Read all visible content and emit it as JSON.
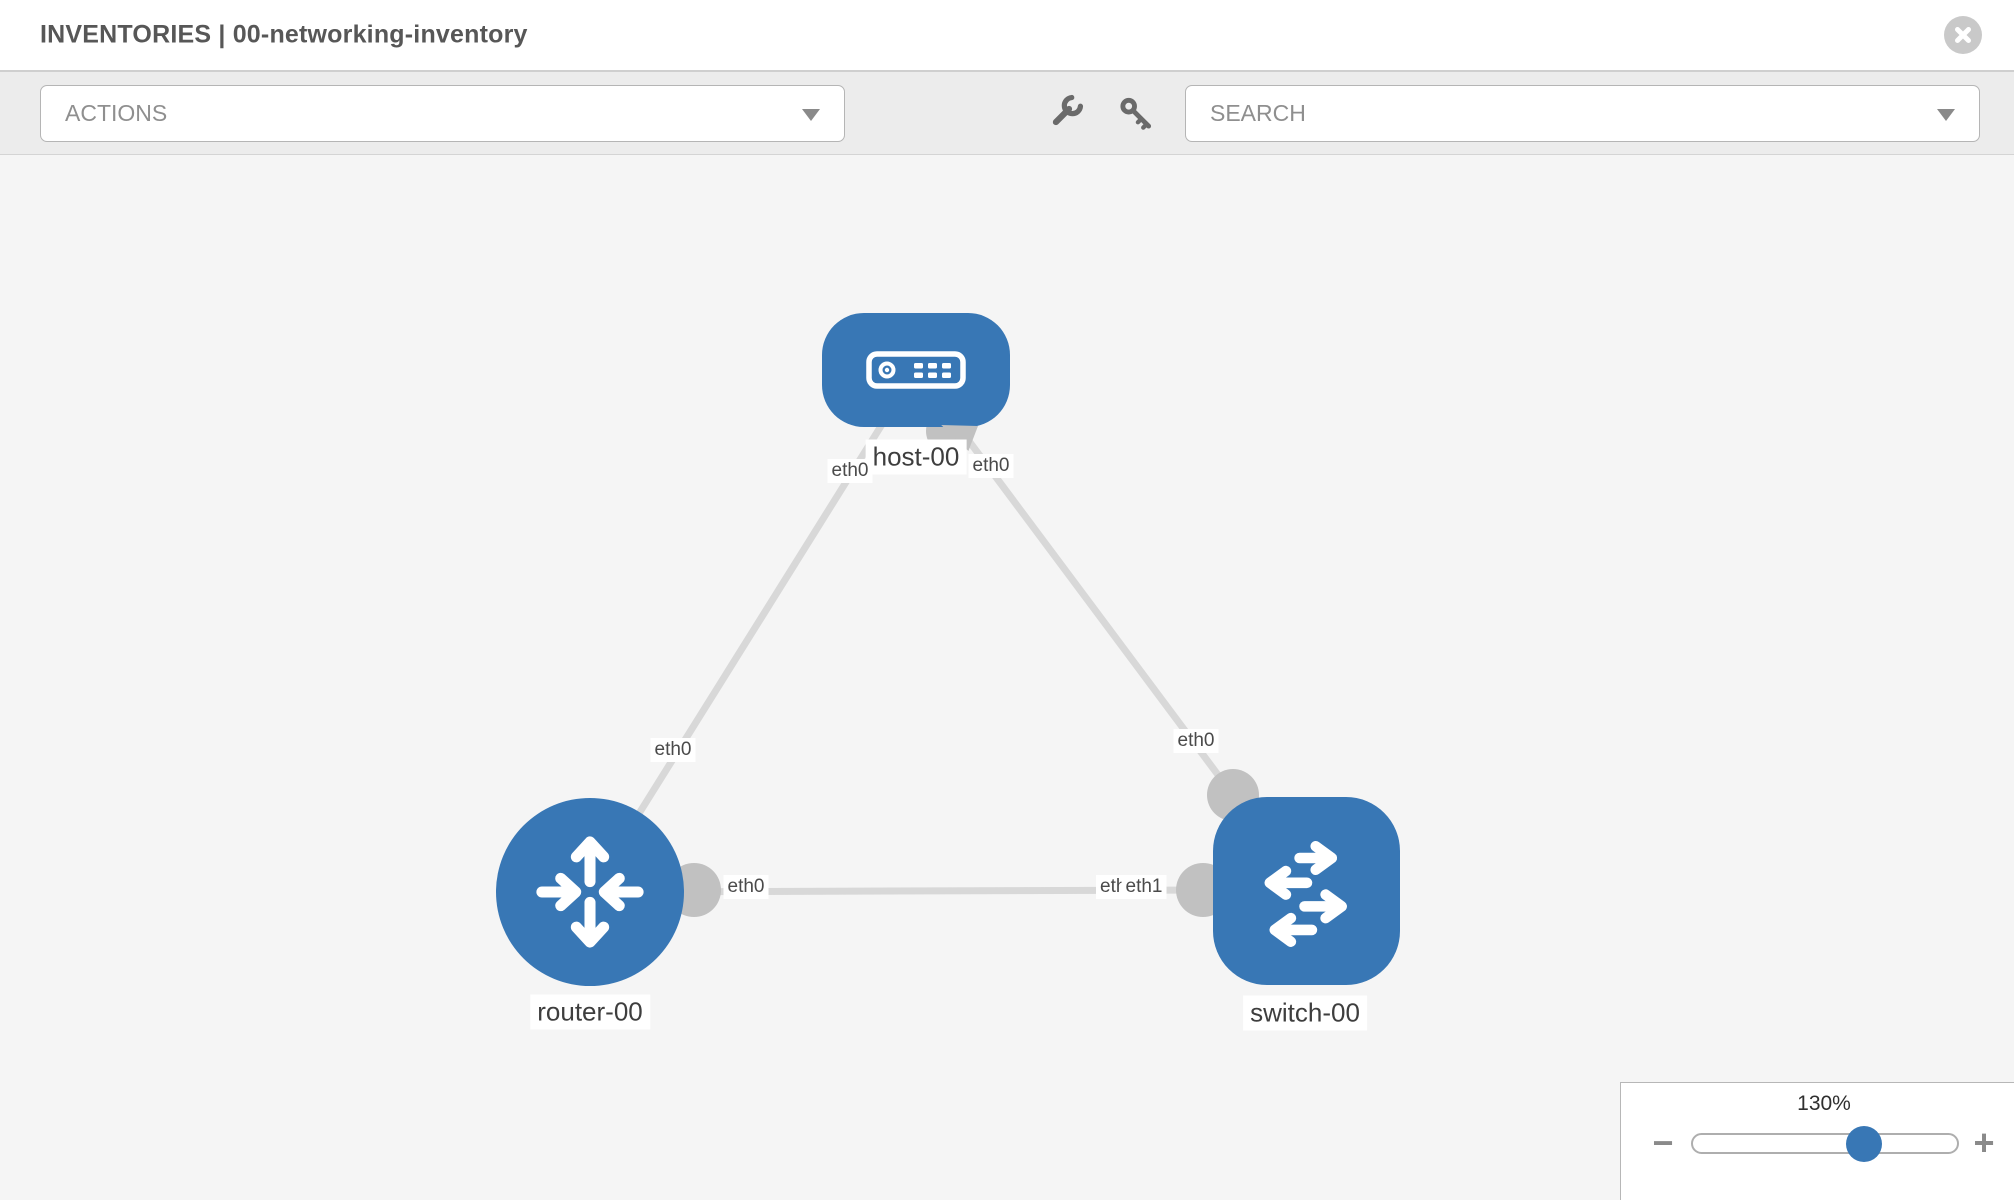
{
  "header": {
    "title": "INVENTORIES | 00-networking-inventory"
  },
  "toolbar": {
    "actions_label": "ACTIONS",
    "search_placeholder": "SEARCH"
  },
  "graph": {
    "nodes": [
      {
        "id": "host-00",
        "type": "host",
        "label": "host-00"
      },
      {
        "id": "router-00",
        "type": "router",
        "label": "router-00"
      },
      {
        "id": "switch-00",
        "type": "switch",
        "label": "switch-00"
      }
    ],
    "links": [
      {
        "from": "host-00",
        "to": "router-00",
        "labels": [
          "eth0",
          "eth0"
        ]
      },
      {
        "from": "host-00",
        "to": "switch-00",
        "labels": [
          "eth0",
          "eth0"
        ]
      },
      {
        "from": "router-00",
        "to": "switch-00",
        "labels": [
          "eth0",
          "eth1"
        ]
      }
    ]
  },
  "zoom_control": {
    "level": "130%",
    "minus_label": "−",
    "plus_label": "+"
  },
  "icons": {
    "close": "close-circle-icon",
    "actions_caret": "caret-down-icon",
    "search_caret": "caret-down-icon",
    "wrench": "wrench-icon",
    "key": "key-icon",
    "host": "server-icon",
    "router": "router-arrows-icon",
    "switch": "switch-arrows-icon",
    "zoom_out": "minus-icon",
    "zoom_in": "plus-icon"
  },
  "colors": {
    "node_fill": "#3877b5",
    "link_gray": "#d8d8d8",
    "connector_gray": "#c1c1c1",
    "slider_thumb": "#3877b5",
    "toolbar_bg": "#ececec",
    "canvas_bg": "#f5f5f5"
  }
}
